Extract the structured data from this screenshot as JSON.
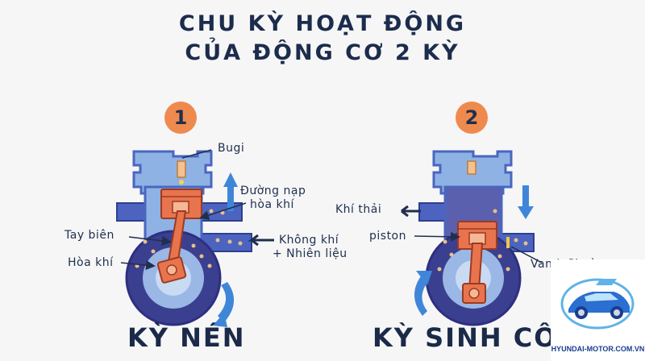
{
  "title": {
    "line1": "CHU KỲ HOẠT ĐỘNG",
    "line2": "CỦA ĐỘNG CƠ 2 KỲ"
  },
  "stroke1": {
    "number": "1",
    "name": "KỲ NÉN",
    "labels": {
      "spark_plug": "Bugi",
      "intake_line1": "Đường nạp",
      "intake_line2": "hòa khí",
      "connecting_rod": "Tay biên",
      "mixture": "Hòa khí",
      "air_line1": "Không khí",
      "air_line2": "+ Nhiên liệu"
    }
  },
  "stroke2": {
    "number": "2",
    "name": "KỲ SINH CÔNG",
    "labels": {
      "exhaust": "Khí thải",
      "piston": "piston",
      "reed_valve": "Van lưỡi gà"
    }
  },
  "watermark": {
    "text": "HYUNDAI-MOTOR.COM.VN",
    "logo": "car-logo"
  },
  "colors": {
    "engine_body": "#3f58b8",
    "engine_light": "#8fb2e4",
    "crankcase_dark": "#3b3f8f",
    "piston": "#e8744e",
    "arrow_blue": "#3f86d8",
    "number_badge": "#ef8a4f",
    "text": "#1f2f4d"
  }
}
